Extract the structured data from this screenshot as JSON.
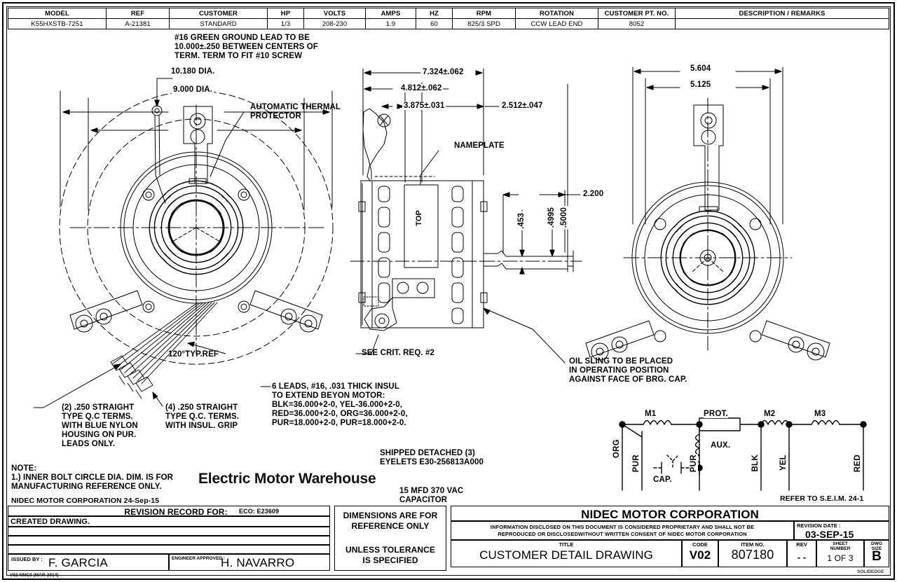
{
  "header_table": {
    "columns": [
      "MODEL",
      "REF",
      "CUSTOMER",
      "HP",
      "VOLTS",
      "AMPS",
      "HZ",
      "RPM",
      "ROTATION",
      "CUSTOMER PT. NO.",
      "DESCRIPTION / REMARKS"
    ],
    "values": [
      "K55HXSTB-7251",
      "A-21381",
      "STANDARD",
      "1/3",
      "208-230",
      "1.9",
      "60",
      "825/3 SPD",
      "CCW LEAD END",
      "8052",
      ""
    ]
  },
  "annotations": {
    "ground_lead": "#16 GREEN GROUND LEAD TO BE\n10.000±.250 BETWEEN CENTERS OF\nTERM. TERM TO FIT #10 SCREW",
    "thermal_protector": "AUTOMATIC THERMAL\nPROTECTOR",
    "nameplate": "NAMEPLATE",
    "top_label": "TOP",
    "crit_req": "SEE CRIT. REQ. #2",
    "typ_ref": "120°TYP.REF",
    "oil_sling": "OIL SLING TO BE PLACED\nIN OPERATING POSITION\nAGAINST FACE OF BRG. CAP.",
    "terms_2": "(2) .250 STRAIGHT\nTYPE Q.C TERMS.\nWITH BLUE NYLON\nHOUSING ON PUR.\nLEADS ONLY.",
    "terms_4": "(4) .250 STRAIGHT\nTYPE Q.C. TERMS.\nWITH INSUL. GRIP",
    "leads": "6 LEADS, #16, .031 THICK INSUL\nTO EXTEND BEYON MOTOR:\nBLK=36.000+2-0, YEL-36.000+2-0,\nRED=36.000+2-0, ORG=36.000+2-0,\nPUR=18.000+2-0, PUR=18.000+2-0.",
    "shipped_detached": "SHIPPED DETACHED (3)\nEYELETS E30-256813A000",
    "capacitor": "15 MFD 370 VAC\nCAPACITOR",
    "note": "NOTE:\n1.) INNER BOLT CIRCLE DIA. DIM. IS FOR\nMANUFACTURING REFERENCE ONLY.",
    "company_date": "NIDEC MOTOR CORPORATION 24-Sep-15",
    "refer_seim": "REFER TO S.E.I.M. 24-1",
    "watermark": "Electric Motor Warehouse",
    "form_code": "V02  NMC0 (MAR-2014)",
    "cad_watermark": "SOLIDEDGE"
  },
  "dimensions": {
    "front_view": [
      "10.180 DIA.",
      "9.000 DIA."
    ],
    "side_view": [
      "7.324±.062",
      "4.812±.062",
      "3.875±.031",
      "2.512±.047",
      "2.200",
      ".453",
      ".4995",
      ".5000"
    ],
    "rear_view": [
      "5.604",
      "5.125"
    ]
  },
  "wiring": {
    "top_labels": [
      "M1",
      "PROT.",
      "M2",
      "M3"
    ],
    "aux_label": "AUX.",
    "cap_label": "CAP.",
    "lead_labels": [
      "ORG",
      "PUR",
      "PUR",
      "BLK",
      "YEL",
      "RED"
    ]
  },
  "title_block": {
    "revision_record_label": "REVISION RECORD FOR:",
    "eco": "ECO: E23609",
    "revision_rows": [
      "CREATED DRAWING.",
      "",
      "",
      ""
    ],
    "issued_by_label": "ISSUED BY :",
    "issued_by": "F. GARCIA",
    "engineer_approved_label": "ENGINEER APPROVED :",
    "engineer_approved": "H. NAVARRO",
    "tolerance_note": "DIMENSIONS ARE FOR\nREFERENCE ONLY",
    "tolerance_note2": "UNLESS TOLERANCE\nIS SPECIFIED",
    "company": "NIDEC MOTOR CORPORATION",
    "proprietary": "INFORMATION DISCLOSED ON THIS DOCUMENT IS CONSIDERED PROPRIETARY AND SHALL NOT BE\nREPRODUCED OR DISCLOSEDWITHOUT WRITTEN CONSENT OF NIDEC MOTOR CORPORATION",
    "revision_date_label": "REVISION DATE :",
    "revision_date": "03-SEP-15",
    "title_label": "TITLE",
    "title": "CUSTOMER  DETAIL  DRAWING",
    "code_label": "CODE",
    "code": "V02",
    "item_no_label": "ITEM NO.",
    "item_no": "807180",
    "rev_label": "REV",
    "rev": "- -",
    "sheet_label": "SHEET\nNUMBER",
    "sheet": "1  OF  3",
    "dwg_size_label": "DWG\nSIZE",
    "dwg_size": "B"
  },
  "colors": {
    "line": "#000000",
    "paper": "#ffffff"
  }
}
